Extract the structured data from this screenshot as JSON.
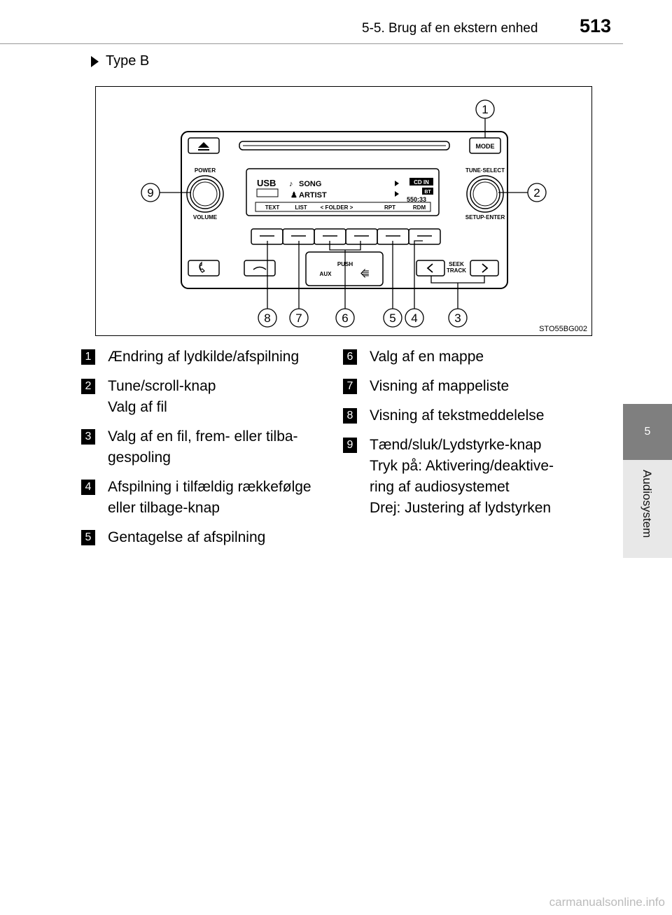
{
  "header": {
    "section": "5-5. Brug af en ekstern enhed",
    "page_number": "513"
  },
  "side_tab": {
    "chapter_number": "5",
    "chapter_label": "Audiosystem"
  },
  "heading": "Type B",
  "figure": {
    "code": "STO55BG002",
    "screen": {
      "source": "USB",
      "line1": "SONG",
      "line2": "ARTIST",
      "badge1": "CD IN",
      "badge2": "BT",
      "time": "550:33",
      "softkeys": [
        "TEXT",
        "LIST",
        "FOLDER",
        "RPT",
        "RDM"
      ]
    },
    "labels": {
      "power": "POWER",
      "volume": "VOLUME",
      "mode": "MODE",
      "tune_select": "TUNE·SELECT",
      "setup_enter": "SETUP·ENTER",
      "push": "PUSH",
      "aux": "AUX",
      "seek": "SEEK",
      "track": "TRACK"
    },
    "callouts": [
      "1",
      "2",
      "3",
      "4",
      "5",
      "6",
      "7",
      "8",
      "9"
    ]
  },
  "items_left": [
    {
      "num": "1",
      "lines": [
        "Ændring af lydkilde/afspilning"
      ]
    },
    {
      "num": "2",
      "lines": [
        "Tune/scroll-knap",
        "Valg af fil"
      ]
    },
    {
      "num": "3",
      "lines": [
        "Valg af en fil, frem- eller tilba-",
        "gespoling"
      ]
    },
    {
      "num": "4",
      "lines": [
        "Afspilning i tilfældig rækkefølge",
        "eller tilbage-knap"
      ]
    },
    {
      "num": "5",
      "lines": [
        "Gentagelse af afspilning"
      ]
    }
  ],
  "items_right": [
    {
      "num": "6",
      "lines": [
        "Valg af en mappe"
      ]
    },
    {
      "num": "7",
      "lines": [
        "Visning af mappeliste"
      ]
    },
    {
      "num": "8",
      "lines": [
        "Visning af tekstmeddelelse"
      ]
    },
    {
      "num": "9",
      "lines": [
        "Tænd/sluk/Lydstyrke-knap",
        "Tryk på: Aktivering/deaktive-",
        "ring af audiosystemet",
        "Drej: Justering af lydstyrken"
      ]
    }
  ],
  "watermark": "carmanualsonline.info"
}
